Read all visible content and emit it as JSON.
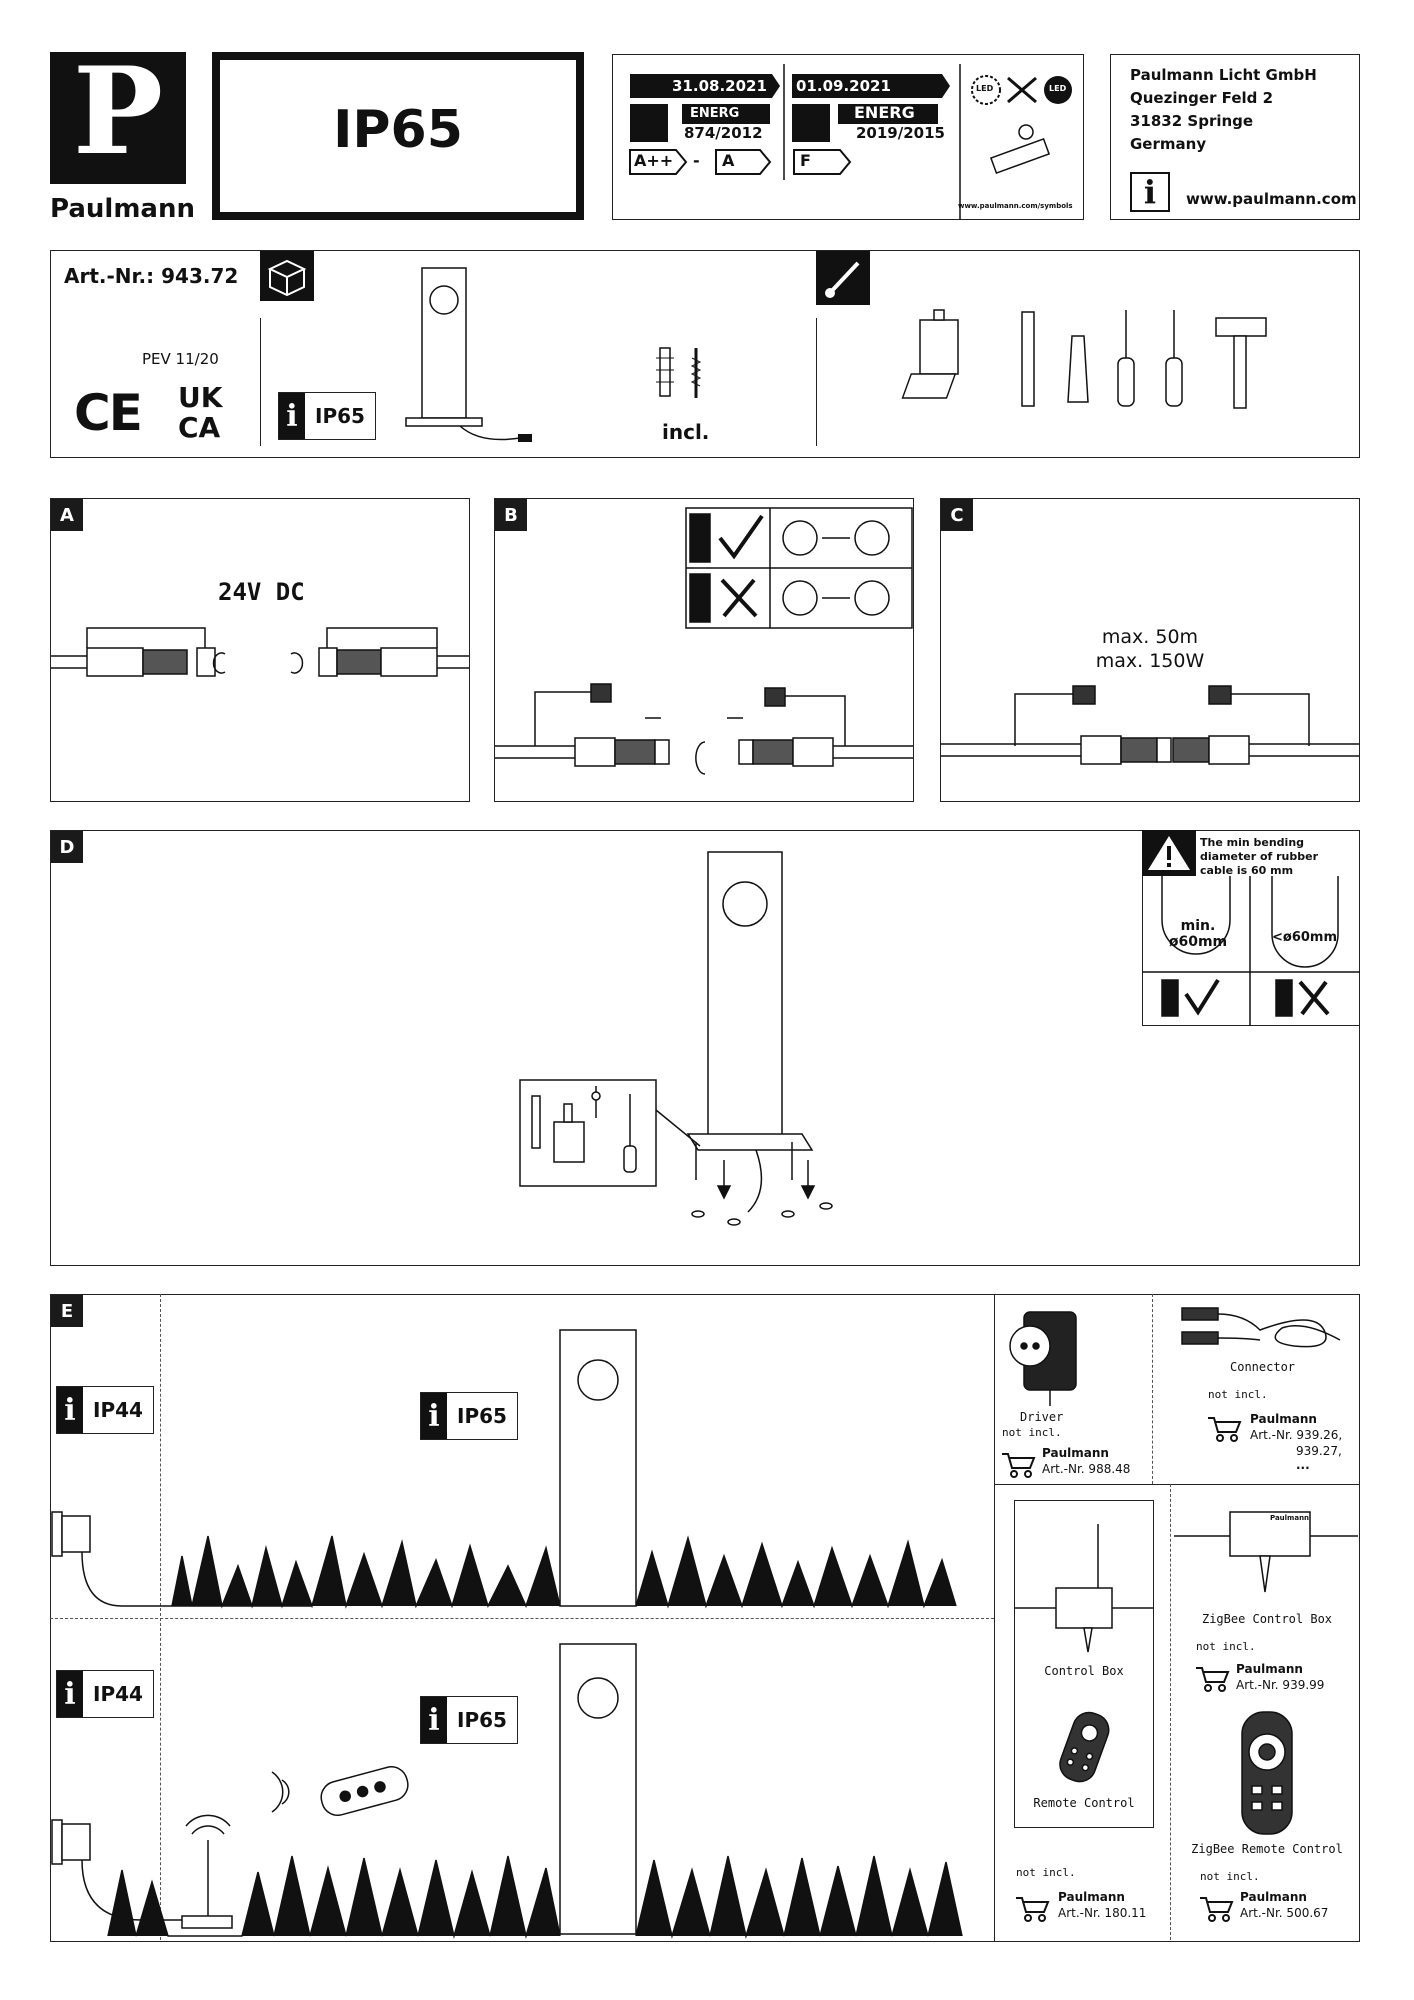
{
  "brand": {
    "name": "Paulmann",
    "logo_letter": "P"
  },
  "protection_title": "IP65",
  "energy": {
    "date_old": "31.08.2021",
    "date_new": "01.09.2021",
    "reg_old": "874/2012",
    "reg_new": "2019/2015",
    "energ_label": "ENERG",
    "class_old_from": "A++",
    "class_old_sep": "-",
    "class_old_to": "A",
    "class_new": "F",
    "led_label": "LED",
    "symbols_url": "www.paulmann.com/symbols"
  },
  "company": {
    "line1": "Paulmann Licht GmbH",
    "line2": "Quezinger Feld 2",
    "line3": "31832 Springe",
    "line4": "Germany",
    "website": "www.paulmann.com",
    "info_icon": "i"
  },
  "article": {
    "art_nr": "Art.-Nr.: 943.72",
    "pev": "PEV 11/20",
    "ce": "CE",
    "ukca_1": "UK",
    "ukca_2": "CA",
    "ip": "IP65",
    "incl": "incl."
  },
  "panels": {
    "a": {
      "label": "A",
      "voltage": "24V DC"
    },
    "b": {
      "label": "B"
    },
    "c": {
      "label": "C",
      "max_len": "max. 50m",
      "max_pow": "max. 150W"
    },
    "d": {
      "label": "D",
      "warning": "The min bending diameter of rubber cable is 60 mm",
      "ok_text": "min. ø60mm",
      "bad_text": "<ø60mm"
    },
    "e": {
      "label": "E",
      "ip_left": "IP44",
      "ip_right": "IP65"
    }
  },
  "accessories": {
    "driver": {
      "name": "Driver",
      "not_incl": "not incl.",
      "brand": "Paulmann",
      "art": "Art.-Nr. 988.48"
    },
    "connector": {
      "name": "Connector",
      "not_incl": "not incl.",
      "brand": "Paulmann",
      "art": "Art.-Nr. 939.26,",
      "art2": "939.27,",
      "art3": "..."
    },
    "control_box": {
      "name": "Control Box"
    },
    "remote": {
      "name": "Remote Control",
      "not_incl": "not incl.",
      "brand": "Paulmann",
      "art": "Art.-Nr. 180.11"
    },
    "zigbee_box": {
      "name": "ZigBee Control Box",
      "not_incl": "not incl.",
      "brand": "Paulmann",
      "art": "Art.-Nr. 939.99",
      "box_brand": "Paulmann"
    },
    "zigbee_remote": {
      "name": "ZigBee Remote Control",
      "not_incl": "not incl.",
      "brand": "Paulmann",
      "art": "Art.-Nr. 500.67"
    }
  }
}
